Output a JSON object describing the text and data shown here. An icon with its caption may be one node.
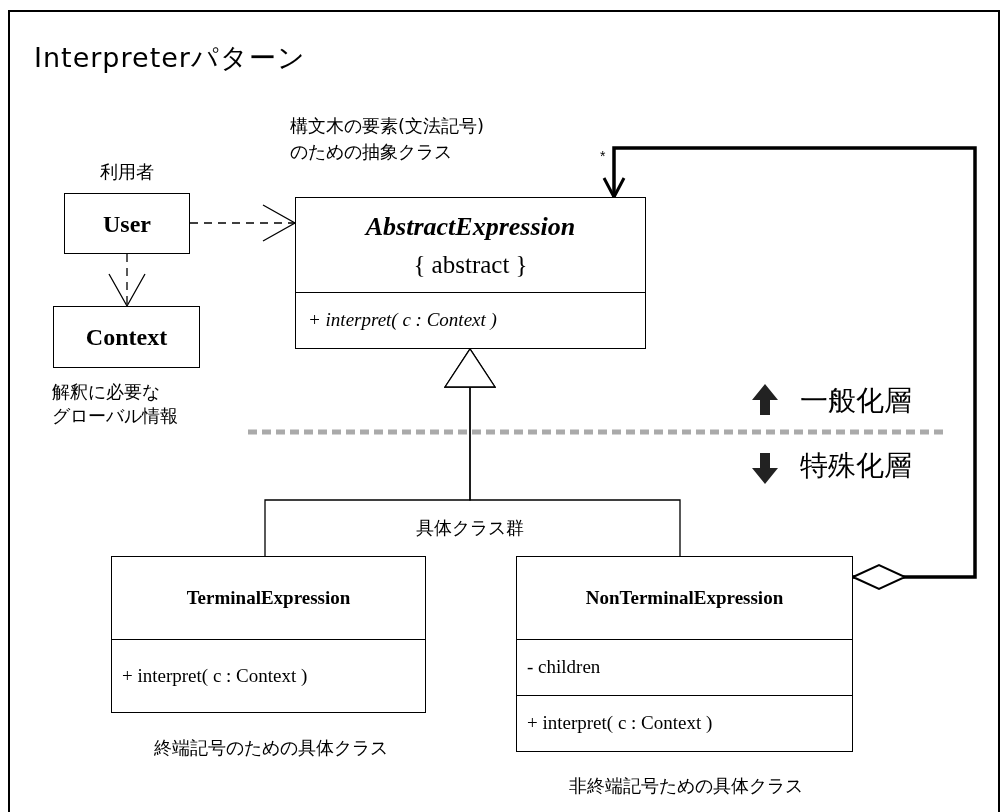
{
  "diagram": {
    "title": "Interpreterパターン",
    "nodes": [
      {
        "text": [
          "User"
        ],
        "beside": [
          "利用者"
        ]
      },
      {
        "text": [
          "Context"
        ],
        "beside": [
          "解釈に必要な",
          "グローバル情報"
        ]
      },
      {
        "text": [
          "AbstractExpression",
          "{ abstract }",
          "+ interpret( c : Context )"
        ],
        "beside": [
          "構文木の要素(文法記号)",
          "のための抽象クラス"
        ]
      },
      {
        "text": [
          "TerminalExpression",
          "+ interpret( c : Context )"
        ],
        "beside": [
          "終端記号のための具体クラス"
        ]
      },
      {
        "text": [
          "NonTerminalExpression",
          "- children",
          "+ interpret( c : Context )"
        ],
        "beside": [
          "非終端記号ための具体クラス"
        ]
      }
    ],
    "edges": [
      {
        "from": 0,
        "to": 2,
        "arrow": "to",
        "style": "dashed"
      },
      {
        "from": 0,
        "to": 1,
        "arrow": "to",
        "style": "dashed"
      },
      {
        "from": 3,
        "to": 2,
        "arrow": "to"
      },
      {
        "from": 4,
        "to": 2,
        "arrow": "to"
      },
      {
        "from": 4,
        "to": 2,
        "arrow": "to",
        "style": "thick",
        "label": "*"
      }
    ],
    "labels": [
      "一般化層",
      "特殊化層",
      "具体クラス群"
    ]
  }
}
